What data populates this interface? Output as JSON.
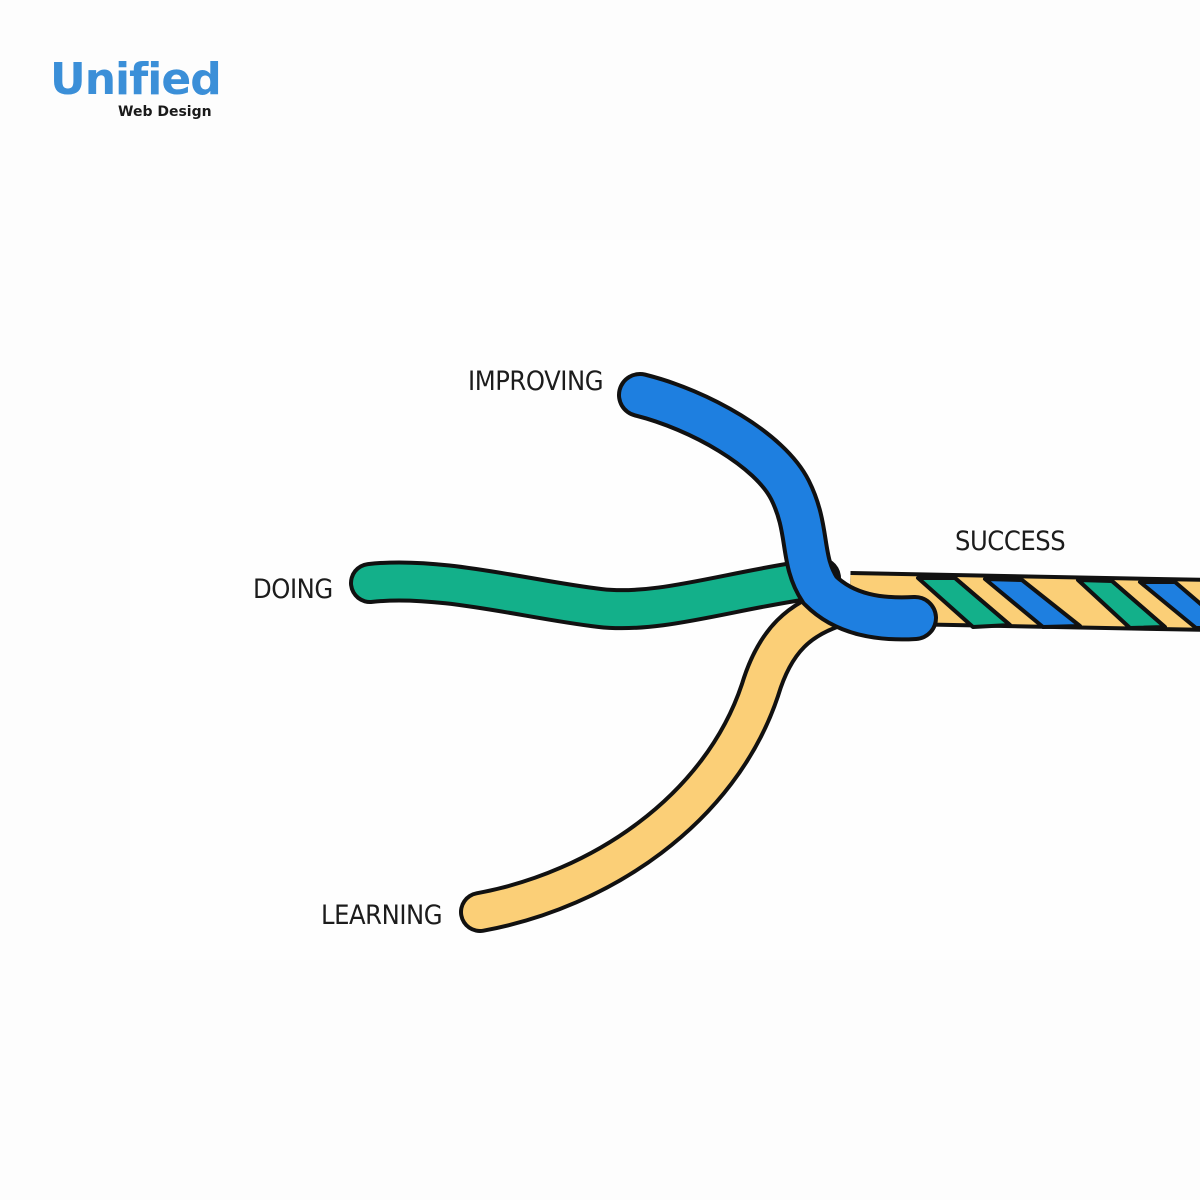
{
  "logo": {
    "word": "Unified",
    "tagline": "Web Design",
    "color": "#3b8fd8"
  },
  "diagram": {
    "labels": {
      "improving": "IMPROVING",
      "doing": "DOING",
      "learning": "LEARNING",
      "success": "SUCCESS"
    },
    "colors": {
      "improving": "#1e7fe0",
      "doing": "#13b08a",
      "learning": "#fbcf77",
      "outline": "#111111"
    }
  }
}
